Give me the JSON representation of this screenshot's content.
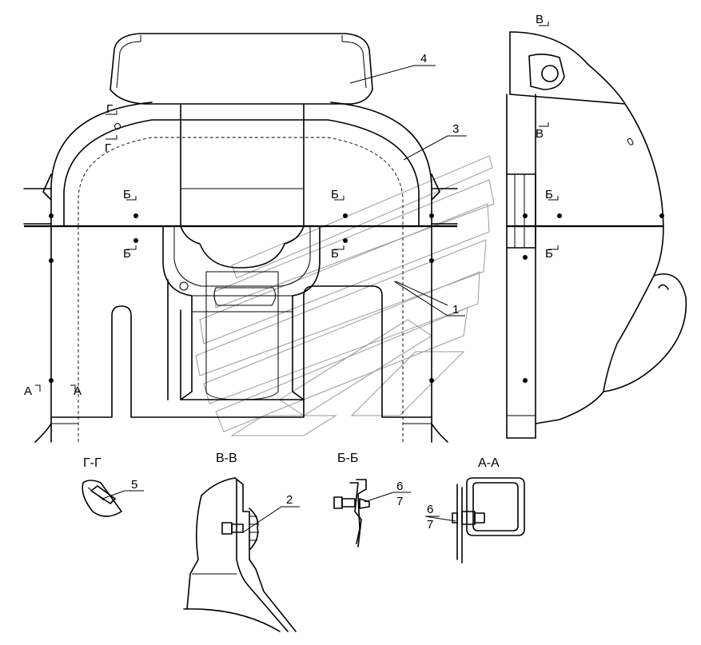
{
  "view_markers": {
    "g_top": "Г",
    "g_bottom": "Г",
    "b_left_top": "Б",
    "b_left_bottom": "Б",
    "b_center_top": "Б",
    "b_center_bottom": "Б",
    "b_side_top": "Б",
    "b_side_bottom": "Б",
    "v_top": "В",
    "v_bottom": "В",
    "a_left": "А",
    "a_right": "А"
  },
  "callouts": {
    "c1": "1",
    "c2": "2",
    "c3": "3",
    "c4": "4",
    "c5": "5",
    "c6_bb": "6",
    "c7_bb": "7",
    "c6_aa": "6",
    "c7_aa": "7"
  },
  "section_titles": {
    "gg": "Г-Г",
    "vv": "В-В",
    "bb": "Б-Б",
    "aa": "А-А"
  }
}
